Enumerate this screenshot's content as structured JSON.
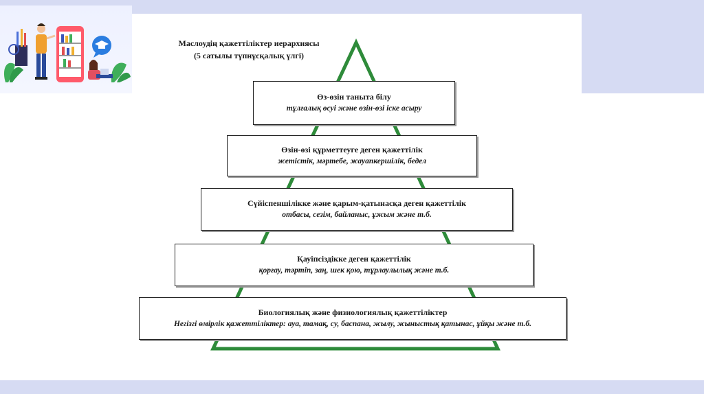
{
  "diagram": {
    "title_line1": "Маслоудің қажеттіліктер иерархиясы",
    "title_line2": "(5 сатылы түпнұсқалық үлгі)",
    "levels": [
      {
        "title": "Өз-өзін таныта білу",
        "subtitle": "тұлғалық өсуі және өзін-өзі іске асыру"
      },
      {
        "title": "Өзін-өзі құрметтеуге деген қажеттілік",
        "subtitle": "жетістік, мәртебе, жауапкершілік, бедел"
      },
      {
        "title": "Сүйіспеншілікке және қарым-қатынасқа деген қажеттілік",
        "subtitle": "отбасы, сезім, байланыс, ұжым және т.б."
      },
      {
        "title": "Қауіпсіздікке деген қажеттілік",
        "subtitle": "қорғау, тәртіп, заң, шек қою, тұрлаулылық және т.б."
      },
      {
        "title": "Биологиялық және физиологиялық қажеттіліктер",
        "subtitle": "Негізгі өмірлік қажеттіліктер: ауа, тамақ, су, баспана, жылу, жыныстық қатынас, ұйқы және т.б."
      }
    ]
  },
  "colors": {
    "triangle": "#2e8b3a",
    "arrow": "#e040c8",
    "band": "#d6dbf3"
  },
  "icons": [
    "pencil-cup-icon",
    "student-standing-icon",
    "phone-bookshelf-icon",
    "graduation-cap-bubble-icon",
    "student-sitting-icon",
    "plant-leaves-icon"
  ]
}
